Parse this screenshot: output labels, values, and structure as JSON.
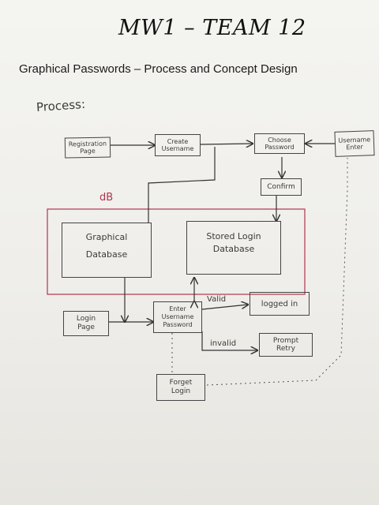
{
  "title": "MW1 – TEAM 12",
  "subtitle": "Graphical Passwords – Process and Concept Design",
  "process_label": "Process:",
  "db_label": "dB",
  "boxes": {
    "registration": "Registration\nPage",
    "create_username": "Create\nUsername",
    "choose_password": "Choose\nPassword",
    "username_enter": "Username\nEnter",
    "confirm": "Confirm",
    "graphical_db": "Graphical\nDatabase",
    "stored_login_db": "Stored Login\nDatabase",
    "login_page": "Login\nPage",
    "enter_credentials": "Enter\nUsername\nPassword",
    "logged_in": "logged in",
    "prompt_retry": "Prompt\nRetry",
    "forget_login": "Forget\nLogin"
  },
  "edge_labels": {
    "valid": "Valid",
    "invalid": "invalid"
  },
  "colors": {
    "ink": "#3a3a3a",
    "db_border": "#b2344f"
  }
}
